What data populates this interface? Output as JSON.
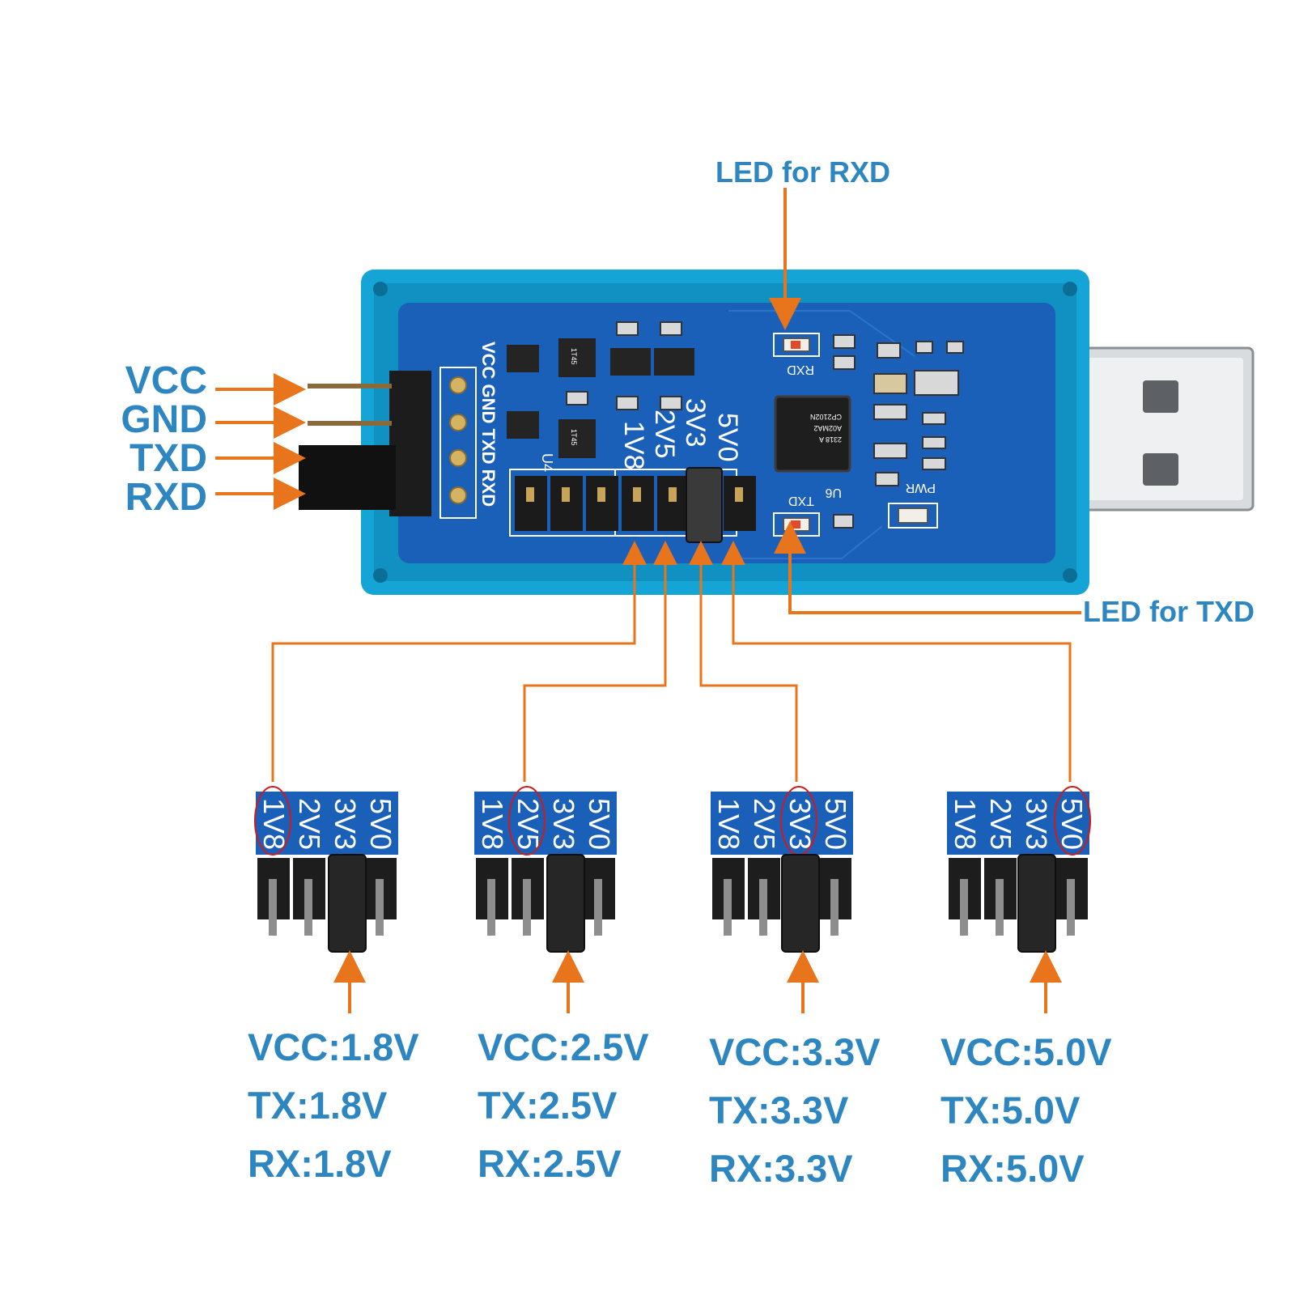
{
  "colors": {
    "label_blue": "#2e86c1",
    "arrow_orange": "#e8741b",
    "pcb_blue": "#1a5fb8",
    "case_cyan": "#14a5d6",
    "silk_white": "#ffffff",
    "jumper_black": "#1e1e1e",
    "highlight_red": "#d11a1a"
  },
  "callouts": {
    "led_rxd": "LED for RXD",
    "led_txd": "LED for TXD"
  },
  "side_pins": [
    "VCC",
    "GND",
    "TXD",
    "RXD"
  ],
  "board": {
    "header_silk": "VCC GND TXD RXD",
    "voltage_silk": [
      "1V8",
      "2V5",
      "3V3",
      "5V0"
    ],
    "led_rxd_silk": "RXD",
    "led_txd_silk": "TXD",
    "pwr_silk": "PWR",
    "u4_silk": "U4",
    "u6_silk": "U6",
    "chip_marking": [
      "CP2102N",
      "A02MA2",
      "2318 A"
    ],
    "sot_marking": "1T45"
  },
  "configs": [
    {
      "labels": [
        "1V8",
        "2V5",
        "3V3",
        "5V0"
      ],
      "selected": "1V8",
      "vcc": "VCC:1.8V",
      "tx": "TX:1.8V",
      "rx": "RX:1.8V"
    },
    {
      "labels": [
        "1V8",
        "2V5",
        "3V3",
        "5V0"
      ],
      "selected": "2V5",
      "vcc": "VCC:2.5V",
      "tx": "TX:2.5V",
      "rx": "RX:2.5V"
    },
    {
      "labels": [
        "1V8",
        "2V5",
        "3V3",
        "5V0"
      ],
      "selected": "3V3",
      "vcc": "VCC:3.3V",
      "tx": "TX:3.3V",
      "rx": "RX:3.3V"
    },
    {
      "labels": [
        "1V8",
        "2V5",
        "3V3",
        "5V0"
      ],
      "selected": "5V0",
      "vcc": "VCC:5.0V",
      "tx": "TX:5.0V",
      "rx": "RX:5.0V"
    }
  ]
}
